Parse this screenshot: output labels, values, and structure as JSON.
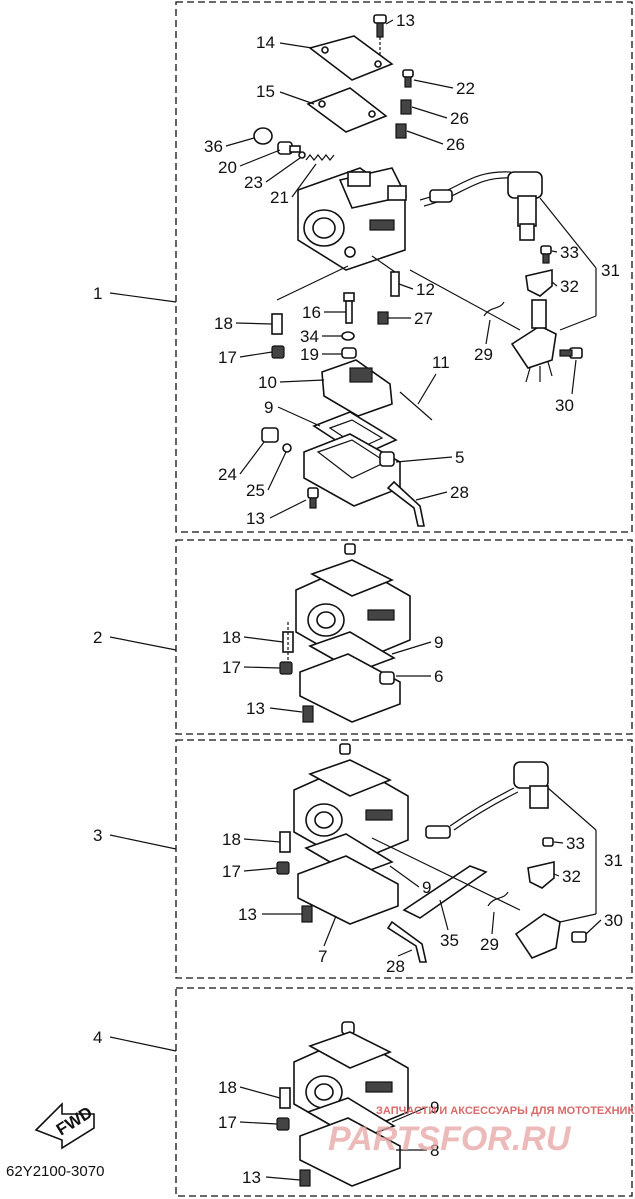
{
  "diagram": {
    "code": "62Y2100-3070",
    "fwd_label": "FWD",
    "watermark_line": "ЗАПЧАСТИ И АКСЕССУАРЫ ДЛЯ МОТОТЕХНИКИ",
    "watermark_logo": "PARTSFOR.RU",
    "assemblies": [
      {
        "label": "1"
      },
      {
        "label": "2"
      },
      {
        "label": "3"
      },
      {
        "label": "4"
      }
    ],
    "callouts": {
      "p13": "13",
      "p14": "14",
      "p15": "15",
      "p22": "22",
      "p26": "26",
      "p36": "36",
      "p20": "20",
      "p23": "23",
      "p21": "21",
      "p33": "33",
      "p32": "32",
      "p31": "31",
      "p12": "12",
      "p16": "16",
      "p27": "27",
      "p18": "18",
      "p34": "34",
      "p29": "29",
      "p17": "17",
      "p19": "19",
      "p30": "30",
      "p10": "10",
      "p11": "11",
      "p9": "9",
      "p5": "5",
      "p24": "24",
      "p25": "25",
      "p28": "28",
      "p6": "6",
      "p35": "35",
      "p7": "7",
      "p8": "8"
    }
  }
}
